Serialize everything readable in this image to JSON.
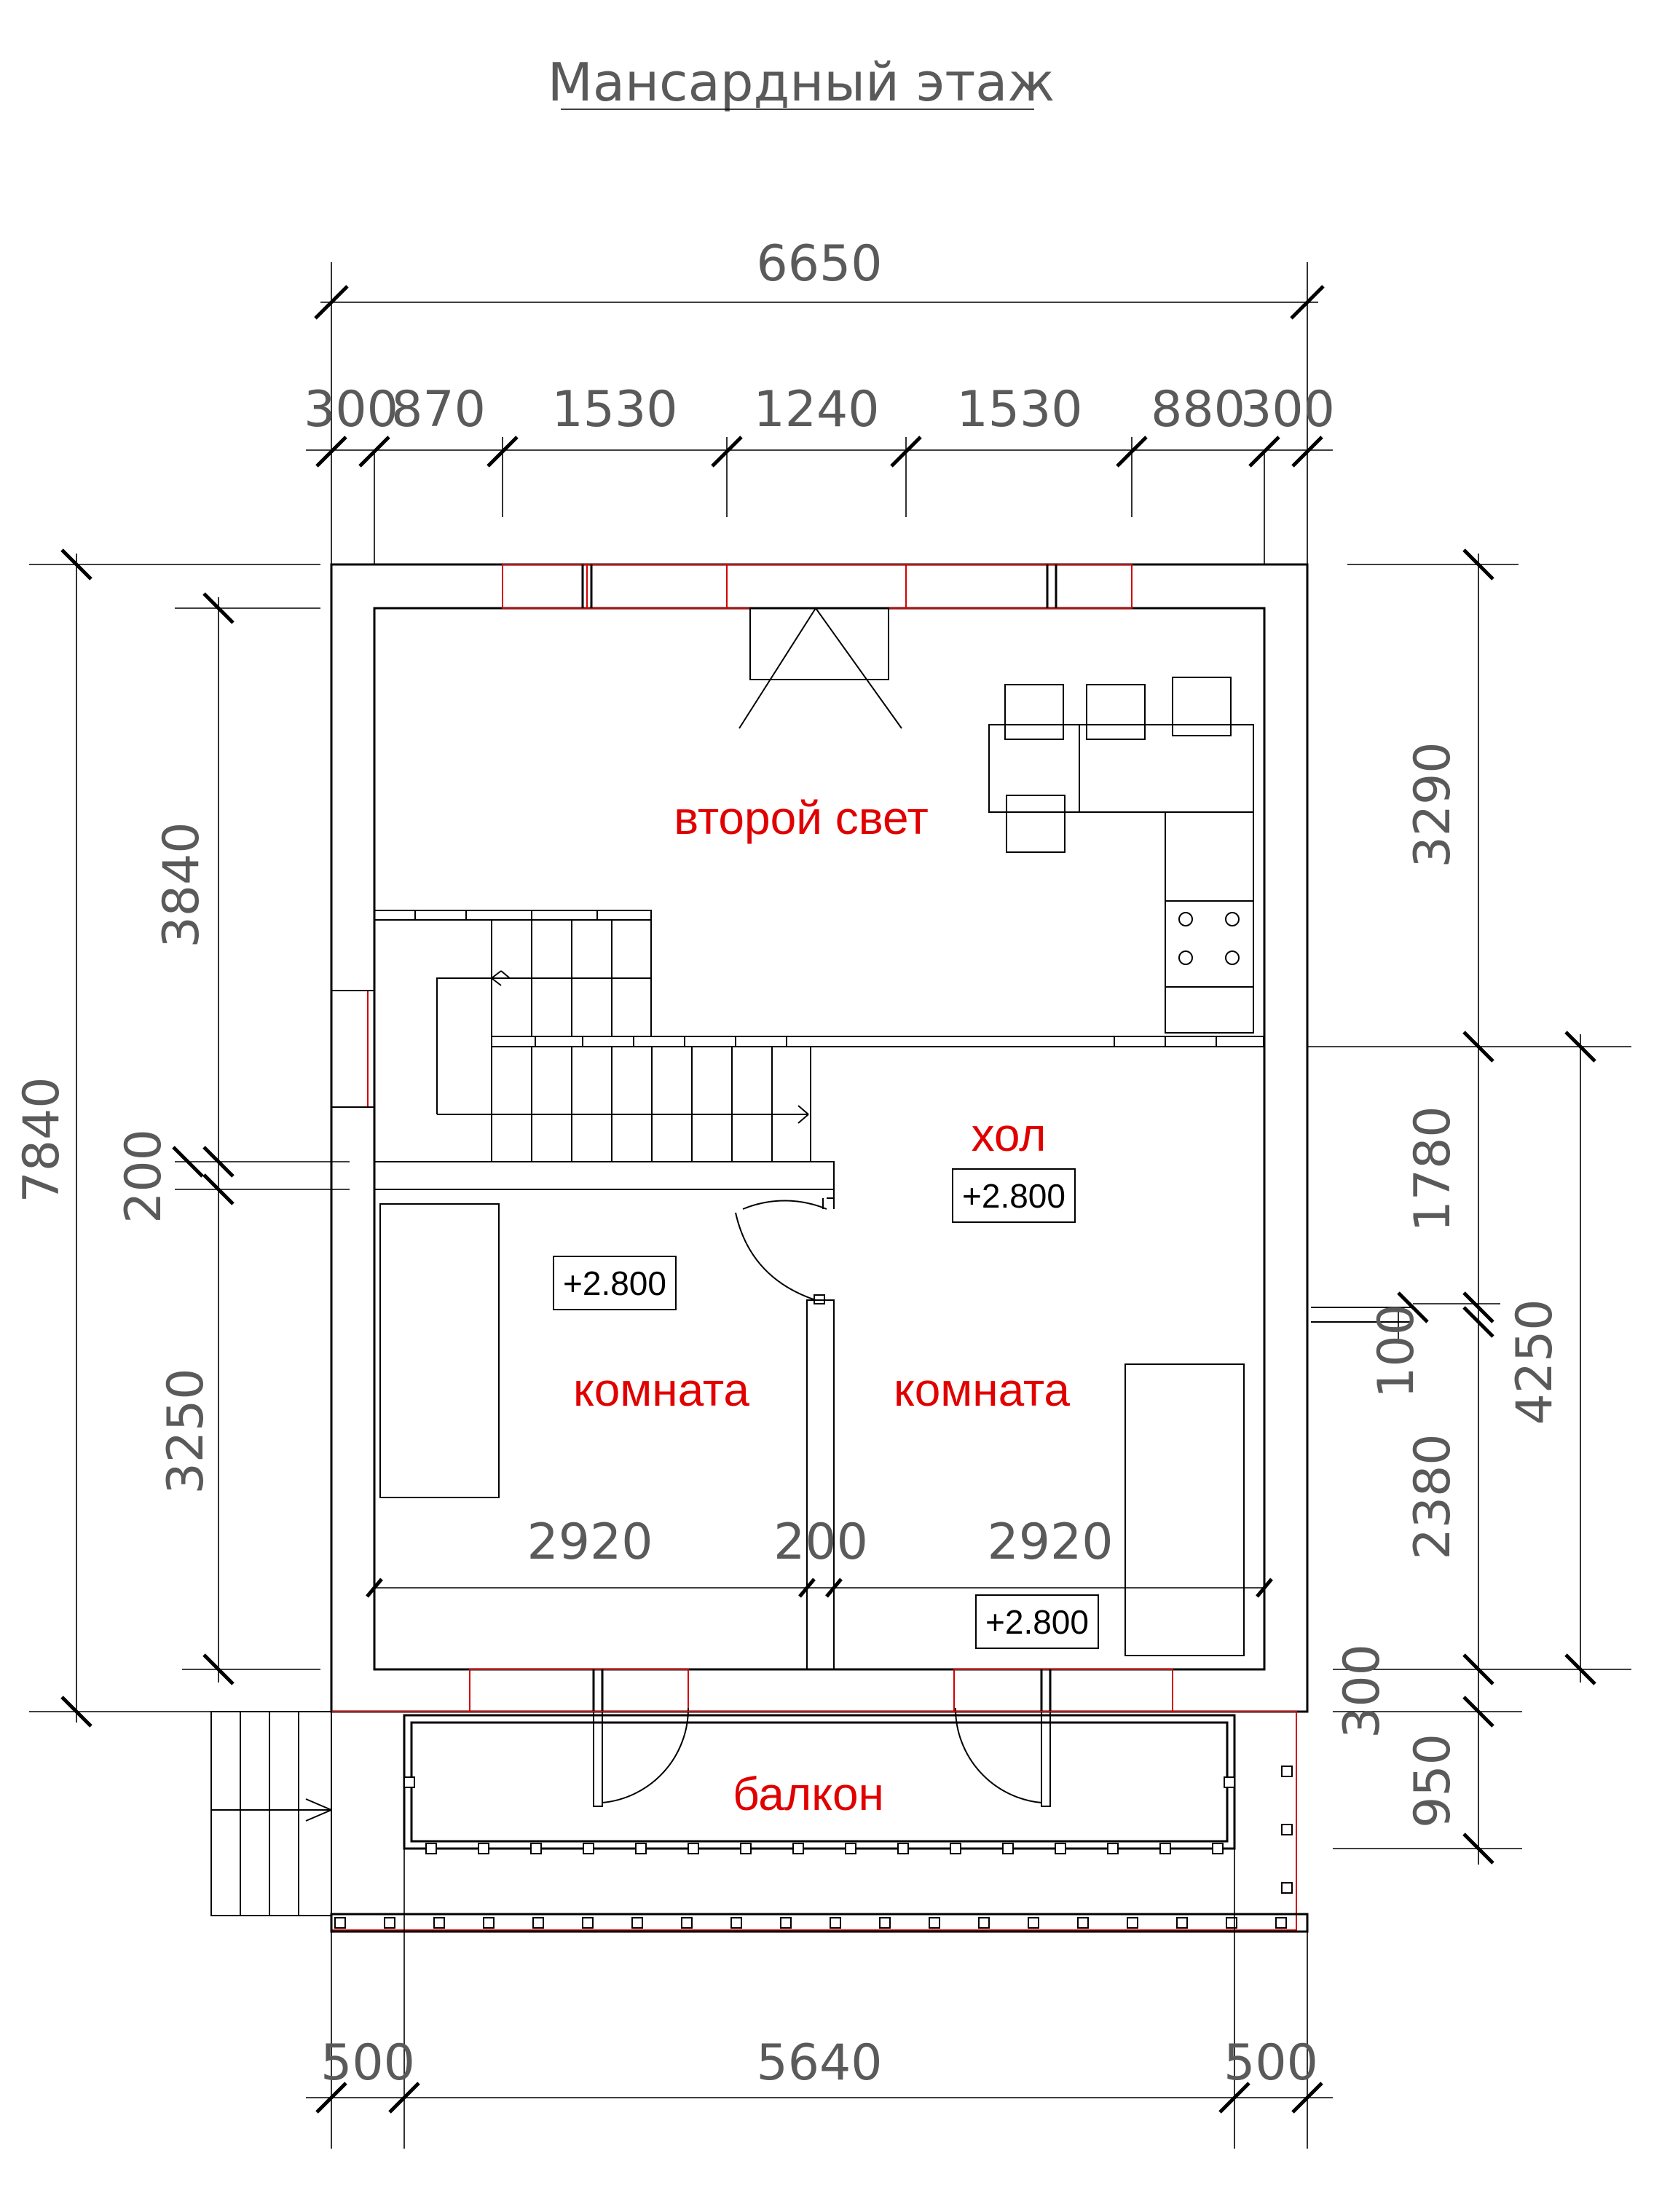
{
  "title": "Мансардный  этаж",
  "rooms": {
    "second_light": "второй свет",
    "hall": "хол",
    "room_left": "комната",
    "room_right": "комната",
    "balcony": "балкон"
  },
  "levels": {
    "hall": "+2.800",
    "room_left": "+2.800",
    "room_right": "+2.800"
  },
  "dimensions": {
    "top_total": "6650",
    "top_chain": [
      "300",
      "870",
      "1530",
      "1240",
      "1530",
      "880",
      "300"
    ],
    "bottom_total": "5640",
    "bottom_left": "500",
    "bottom_right": "500",
    "left_total": "7840",
    "left_upper": "3840",
    "left_mid": "200",
    "left_lower": "3250",
    "right_upper": "3290",
    "right_hall": "1780",
    "right_wall": "100",
    "right_room": "2380",
    "right_span": "4250",
    "right_wall2": "300",
    "right_balcony": "950",
    "room_width_left": "2920",
    "partition": "200",
    "room_width_right": "2920"
  },
  "colors": {
    "rooms": "#e00000",
    "windows": "#d40000",
    "dims": "#5a5a5a"
  }
}
